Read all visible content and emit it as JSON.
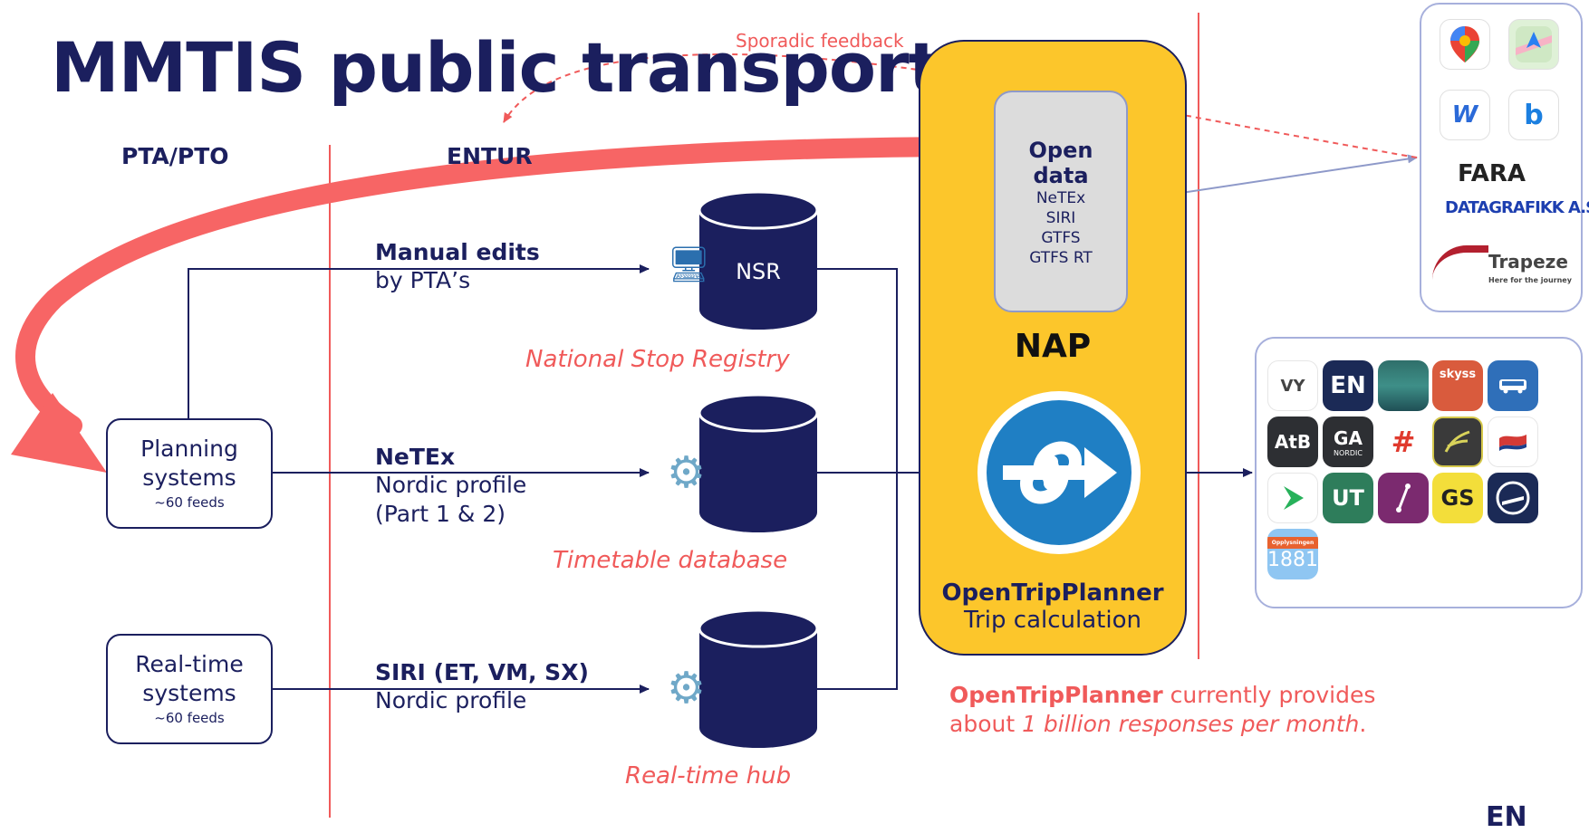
{
  "title": "MMTIS public transport",
  "columns": {
    "left": "PTA/PTO",
    "middle": "ENTUR"
  },
  "feedback_label": "Sporadic feedback",
  "planning_box": {
    "title_line1": "Planning",
    "title_line2": "systems",
    "feeds": "~60 feeds"
  },
  "realtime_box": {
    "title_line1": "Real-time",
    "title_line2": "systems",
    "feeds": "~60 feeds"
  },
  "flows": {
    "manual": {
      "bold": "Manual edits",
      "text": "by PTA’s"
    },
    "netex": {
      "bold": "NeTEx",
      "line1": "Nordic profile",
      "line2": "(Part 1 & 2)"
    },
    "siri": {
      "bold": "SIRI (ET, VM, SX)",
      "text": "Nordic profile"
    }
  },
  "databases": {
    "nsr": {
      "label": "NSR",
      "caption": "National Stop Registry"
    },
    "timetable": {
      "caption": "Timetable database"
    },
    "realtime": {
      "caption": "Real-time hub"
    }
  },
  "nap": {
    "label": "NAP",
    "open_data": {
      "heading_line1": "Open",
      "heading_line2": "data",
      "formats": [
        "NeTEx",
        "SIRI",
        "GTFS",
        "GTFS RT"
      ]
    },
    "otp_name": "OpenTripPlanner",
    "otp_desc": "Trip calculation"
  },
  "note": {
    "bold": "OpenTripPlanner",
    "text1": " currently provides",
    "text2_pre": "about ",
    "text2_em": "1 billion responses per month",
    "text2_post": "."
  },
  "third_party_apps": {
    "fara": "FARA",
    "datagrafikk": "DATAGRAFIKK A.S",
    "trapeze": "Trapeze",
    "trapeze_tag": "Here for the journey"
  },
  "operator_apps": {
    "vy": "VY",
    "en": "EN",
    "skyss": "skyss",
    "atb": "AtB",
    "ga": "GA",
    "ga_sub": "NORDIC",
    "hash": "#",
    "ut": "UT",
    "gs": "GS",
    "opplysningen": "Opplysningen",
    "n1881": "1881"
  },
  "corner_mark": "EN",
  "colors": {
    "navy": "#1b1f5e",
    "red": "#f05a5a",
    "nap_yellow": "#fcc62b",
    "otp_blue": "#1f7fc4"
  }
}
